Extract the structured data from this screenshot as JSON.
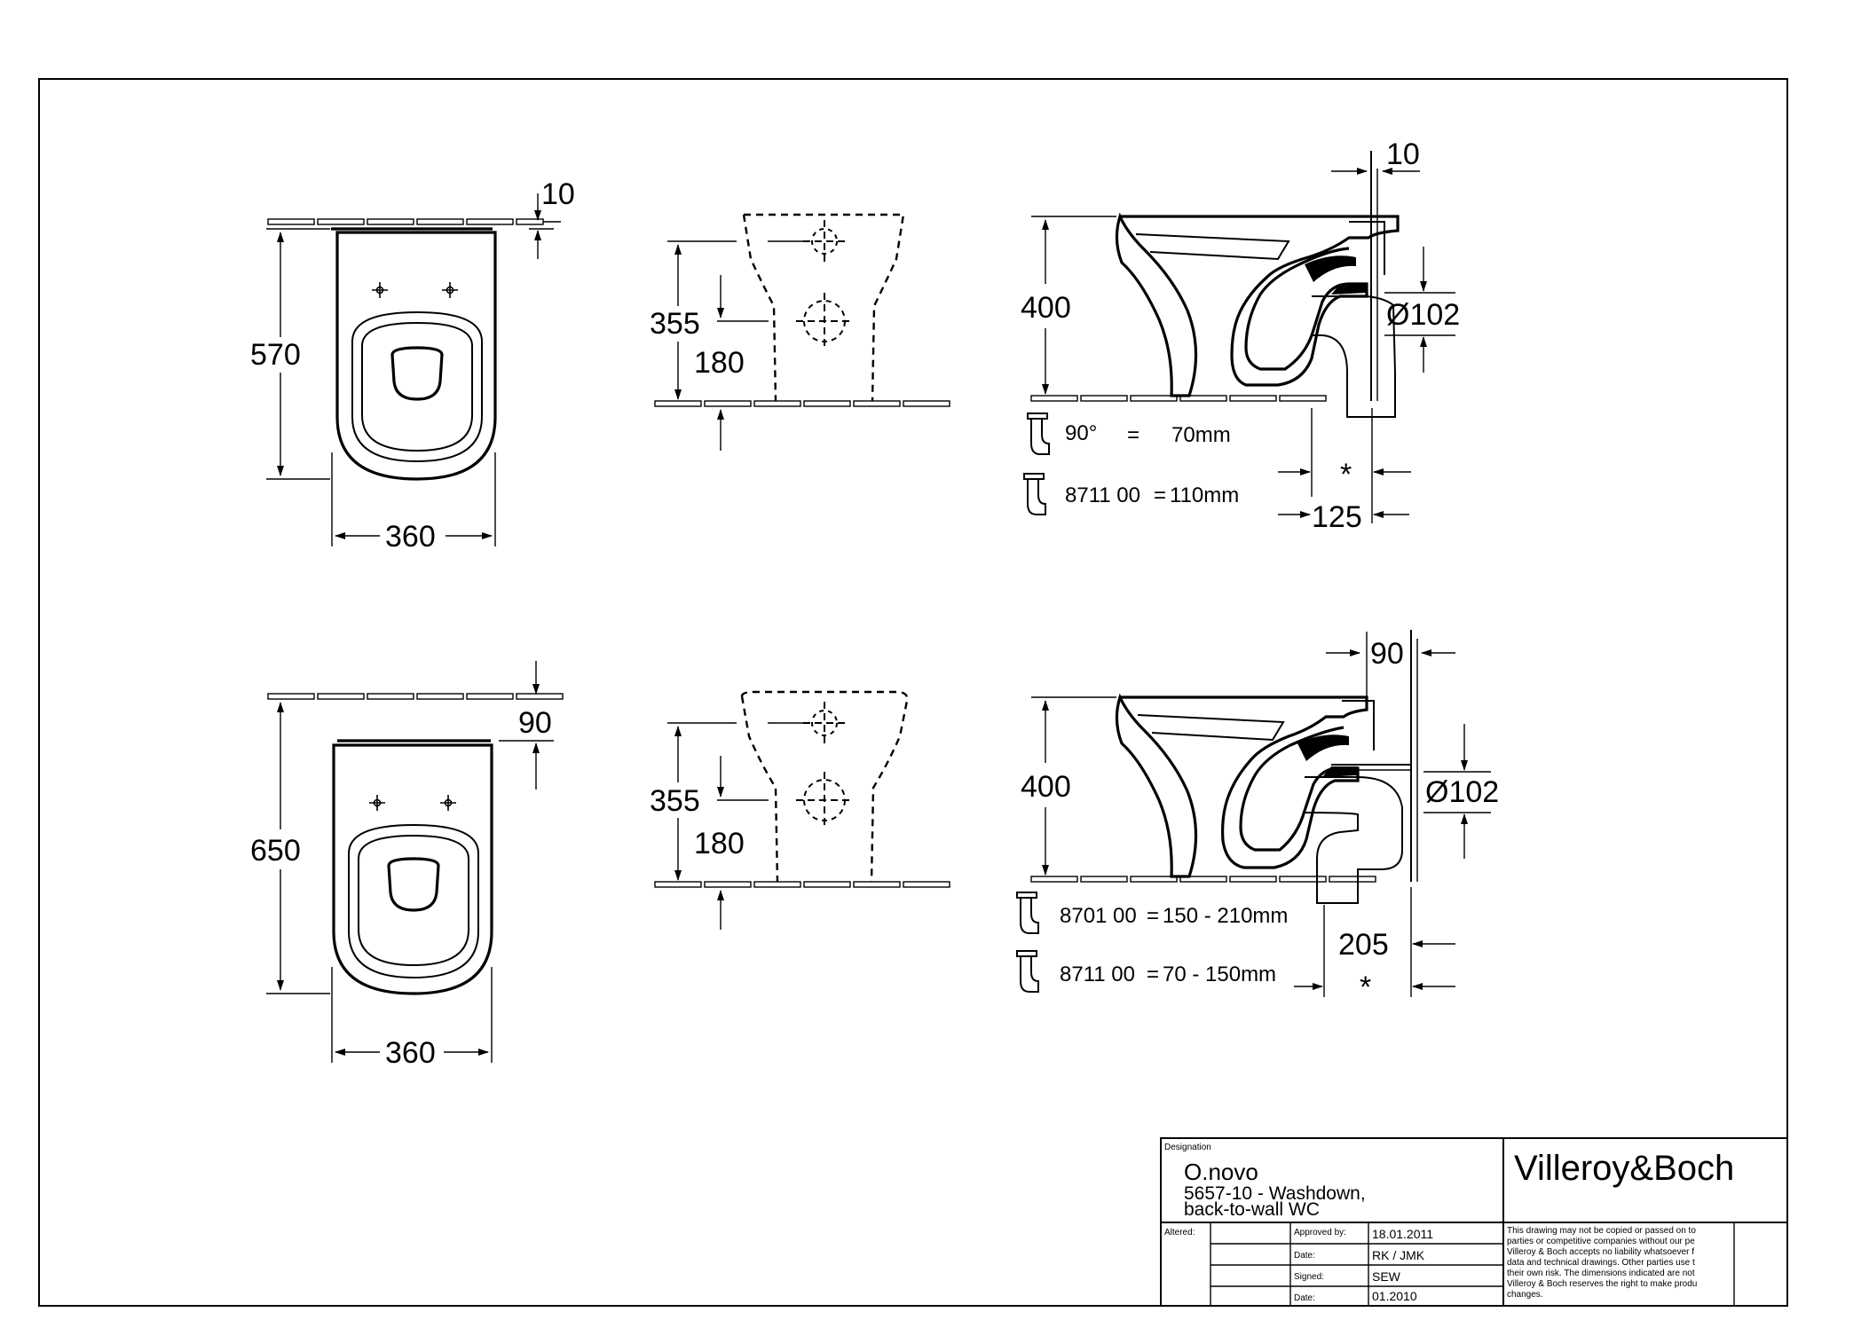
{
  "top_row": {
    "plan_view": {
      "wall_gap": "10",
      "depth": "570",
      "width": "360"
    },
    "front_view": {
      "fixing_height": "355",
      "outlet_height": "180"
    },
    "side_view": {
      "wall_gap": "10",
      "height": "400",
      "pipe_diameter": "Ø102",
      "outlet_distance": "125",
      "variable_marker": "*",
      "connector_1": {
        "code": "90°",
        "eq": "=",
        "value": "70mm"
      },
      "connector_2": {
        "code": "8711 00",
        "eq": "=",
        "value": "110mm"
      }
    }
  },
  "bottom_row": {
    "plan_view": {
      "wall_gap": "90",
      "depth": "650",
      "width": "360"
    },
    "front_view": {
      "fixing_height": "355",
      "outlet_height": "180"
    },
    "side_view": {
      "wall_gap": "90",
      "height": "400",
      "pipe_diameter": "Ø102",
      "outlet_distance": "205",
      "variable_marker": "*",
      "connector_1": {
        "code": "8701 00",
        "eq": "=",
        "value": "150 -  210mm"
      },
      "connector_2": {
        "code": "8711 00",
        "eq": "=",
        "value": "70 -   150mm"
      }
    }
  },
  "title_block": {
    "designation_label": "Designation",
    "product_name": "O.novo",
    "product_line1": "5657-10 - Washdown,",
    "product_line2": "back-to-wall WC",
    "brand": "Villeroy&Boch",
    "altered_label": "Altered:",
    "approved_by_label": "Approved by:",
    "approved_by_value": "18.01.2011",
    "date_label_1": "Date:",
    "date_value_1": "RK / JMK",
    "signed_label": "Signed:",
    "signed_value": "SEW",
    "date_label_2": "Date:",
    "date_value_2": "01.2010",
    "disclaimer": [
      "This drawing may not be copied or passed on to",
      "parties or competitive companies without our pe",
      "Villeroy & Boch accepts no liability whatsoever f",
      "data and technical drawings. Other parties use t",
      "their own risk. The dimensions indicated are not",
      "Villeroy & Boch reserves the right to make produ",
      "changes."
    ]
  }
}
